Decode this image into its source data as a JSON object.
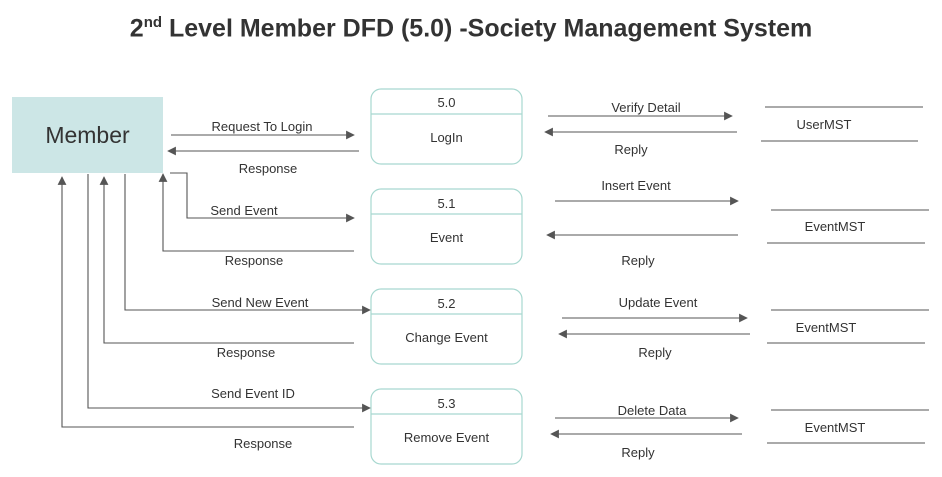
{
  "title": {
    "number": "2",
    "superscript": "nd",
    "text": " Level Member DFD (5.0) -Society Management System"
  },
  "entity": {
    "label": "Member",
    "fill": "#cce6e6"
  },
  "colors": {
    "line": "#555555",
    "process_border": "#a8d8d0",
    "text": "#333333"
  },
  "processes": [
    {
      "id": "5.0",
      "name": "LogIn"
    },
    {
      "id": "5.1",
      "name": "Event"
    },
    {
      "id": "5.2",
      "name": "Change Event"
    },
    {
      "id": "5.3",
      "name": "Remove Event"
    }
  ],
  "stores": [
    {
      "name": "UserMST"
    },
    {
      "name": "EventMST"
    },
    {
      "name": "EventMST"
    },
    {
      "name": "EventMST"
    }
  ],
  "member_flows": [
    {
      "request": "Request To Login",
      "response": "Response"
    },
    {
      "request": "Send Event",
      "response": "Response"
    },
    {
      "request": "Send New Event",
      "response": "Response"
    },
    {
      "request": "Send Event ID",
      "response": "Response"
    }
  ],
  "store_flows": [
    {
      "out": "Verify Detail",
      "back": "Reply"
    },
    {
      "out": "Insert Event",
      "back": "Reply"
    },
    {
      "out": "Update Event",
      "back": "Reply"
    },
    {
      "out": "Delete Data",
      "back": "Reply"
    }
  ]
}
